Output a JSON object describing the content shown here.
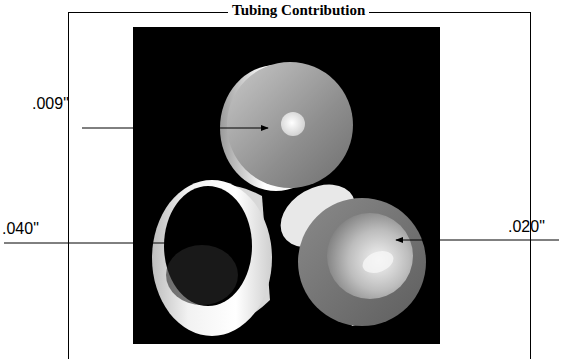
{
  "diagram": {
    "title": "Tubing Contribution",
    "labels": [
      ".009\"",
      ".040\"",
      ".020\""
    ]
  }
}
